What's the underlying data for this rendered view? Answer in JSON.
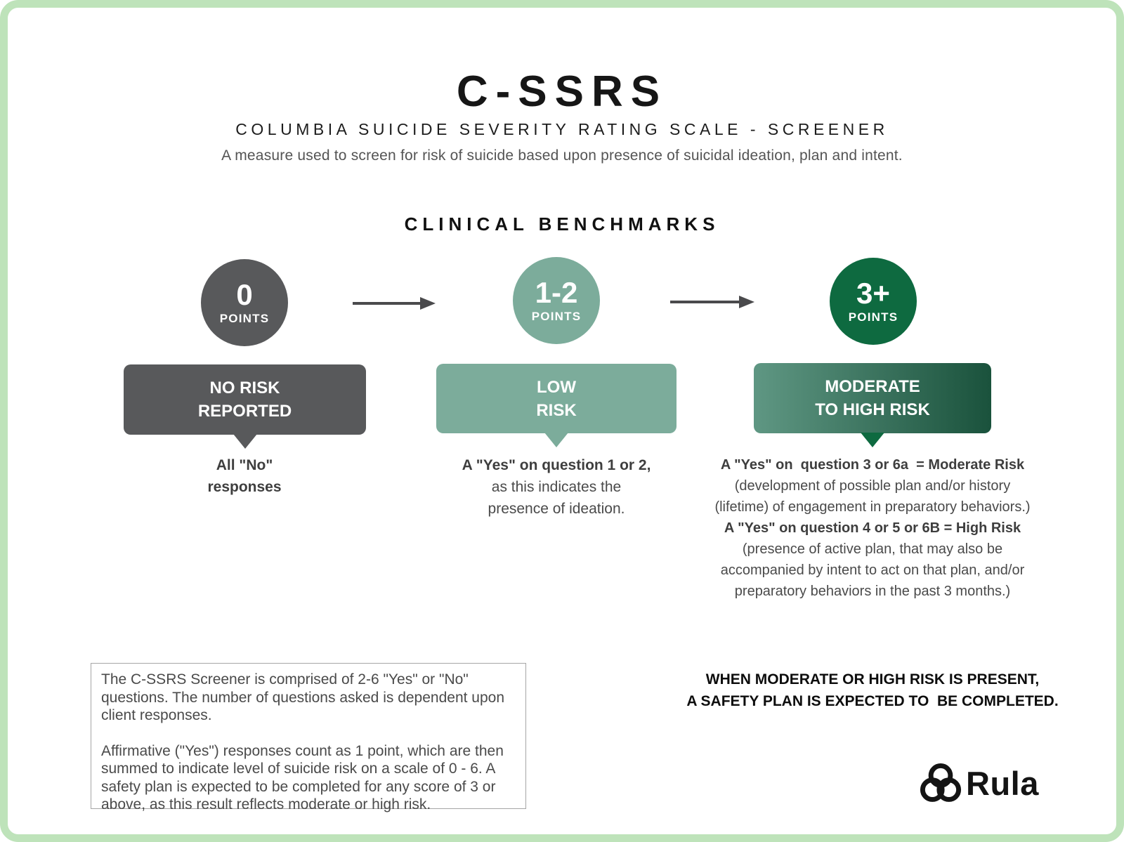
{
  "header": {
    "title": "C-SSRS",
    "subtitle": "COLUMBIA SUICIDE SEVERITY RATING SCALE - SCREENER",
    "description": "A measure used to screen for risk of suicide based upon presence of suicidal ideation, plan and intent."
  },
  "section_title": "CLINICAL BENCHMARKS",
  "columns": {
    "no_risk": {
      "points": "0",
      "points_label": "POINTS",
      "label_line1": "NO RISK",
      "label_line2": "REPORTED",
      "detail_line1": "All \"No\"",
      "detail_line2": "responses"
    },
    "low_risk": {
      "points": "1-2",
      "points_label": "POINTS",
      "label_line1": "LOW",
      "label_line2": "RISK",
      "detail_bold": "A \"Yes\" on question 1 or 2,",
      "detail_line2": "as this indicates the",
      "detail_line3": "presence of ideation."
    },
    "moderate_high_risk": {
      "points": "3+",
      "points_label": "POINTS",
      "label_line1": "MODERATE",
      "label_line2": "TO HIGH RISK",
      "moderate_bold": "A \"Yes\" on  question 3 or 6a  = Moderate Risk",
      "moderate_detail": "(development of possible plan and/or history (lifetime) of engagement in preparatory behaviors.)",
      "high_bold": "A \"Yes\" on question 4 or 5 or 6B = High Risk",
      "high_detail": "(presence of active plan, that may also be accompanied by intent to act on that plan, and/or preparatory behaviors in the past 3 months.)",
      "warning_line1": "WHEN MODERATE OR HIGH RISK IS PRESENT,",
      "warning_line2": "A SAFETY PLAN IS EXPECTED TO  BE COMPLETED."
    }
  },
  "note_box": {
    "paragraph1": "The C-SSRS Screener is comprised of 2-6 \"Yes\" or \"No\" questions. The number of questions asked is dependent upon client responses.",
    "paragraph2": "Affirmative (\"Yes\") responses count as 1 point, which are then summed to indicate level of suicide risk on a scale of 0 - 6. A safety plan is expected to be completed for any score of 3 or above, as this result reflects moderate or high risk."
  },
  "logo": {
    "brand": "Rula",
    "icon": "trefoil-knot-icon"
  },
  "colors": {
    "frame_border": "#BEE3BA",
    "dark_gray": "#58595B",
    "sage_green": "#7CAC9B",
    "dark_green": "#0E6A40",
    "gradient_start": "#5F9783",
    "gradient_end": "#1A523C",
    "text_gray": "#4A4A4A",
    "arrow_gray": "#4A4A4C"
  }
}
